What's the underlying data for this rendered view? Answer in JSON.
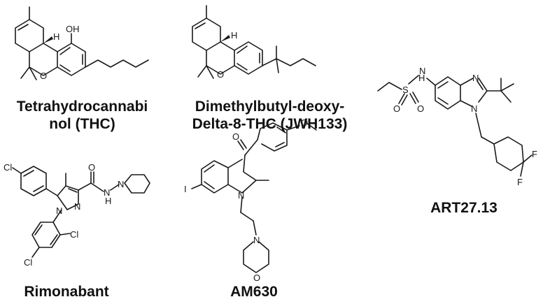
{
  "compounds": [
    {
      "name_line1": "Tetrahydrocannabi",
      "name_line2": "nol (THC)"
    },
    {
      "name_line1": "Dimethylbutyl-deoxy-",
      "name_line2": "Delta-8-THC (JWH133)"
    },
    {
      "name_line1": "ART27.13"
    },
    {
      "name_line1": "Rimonabant"
    },
    {
      "name_line1": "AM630"
    }
  ],
  "atom_labels": {
    "oh": "OH",
    "h": "H",
    "o": "O",
    "n": "N",
    "nh": "H",
    "s": "S",
    "f": "F",
    "cl": "Cl",
    "i": "I"
  },
  "colors": {
    "ink": "#1a1a1a"
  }
}
